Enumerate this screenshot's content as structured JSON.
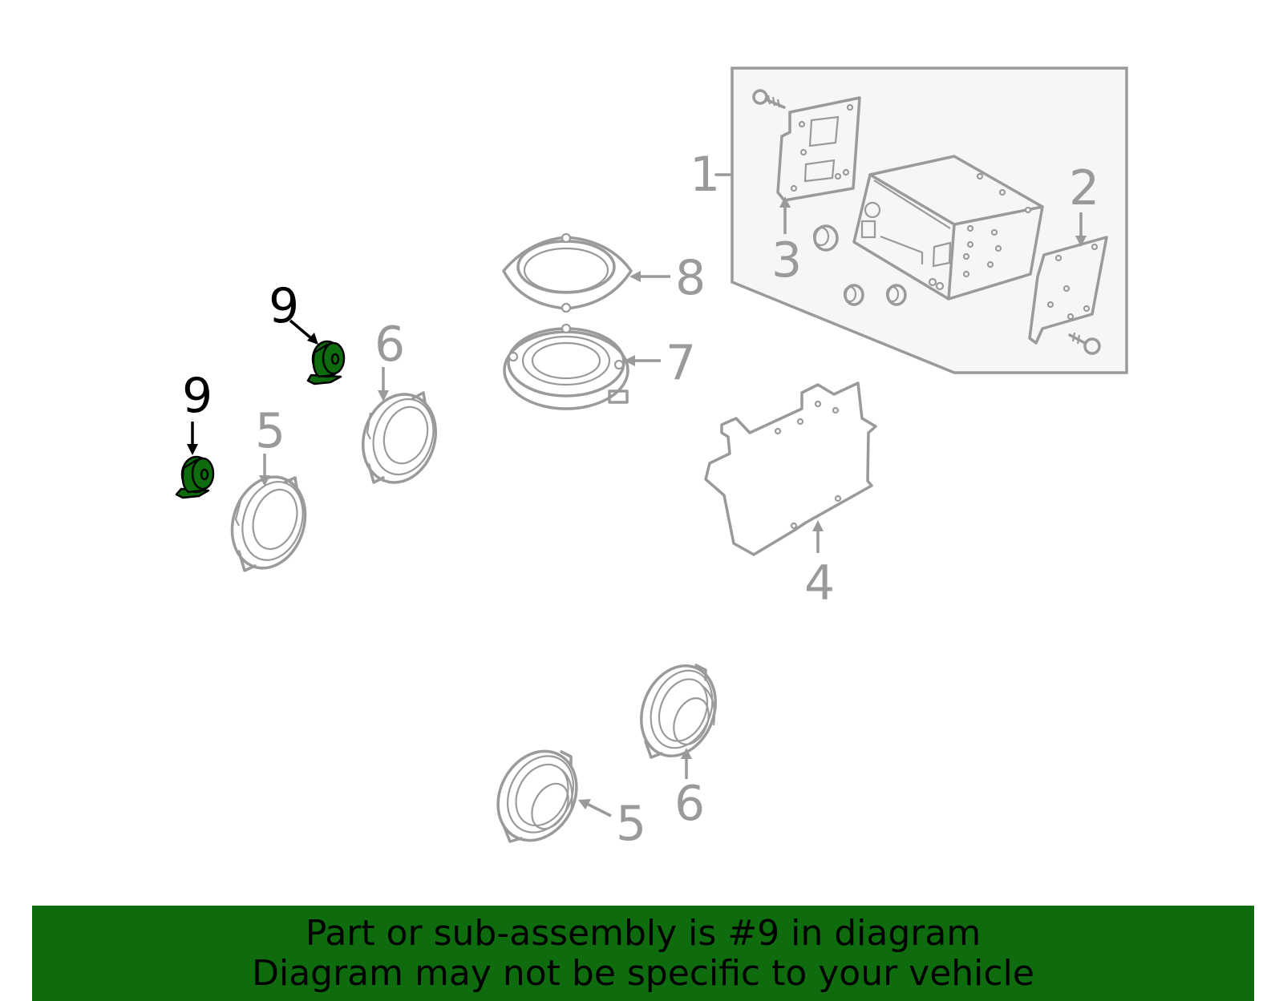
{
  "callouts": {
    "c1": "1",
    "c2": "2",
    "c3": "3",
    "c4": "4",
    "c5a": "5",
    "c5b": "5",
    "c6a": "6",
    "c6b": "6",
    "c7": "7",
    "c8": "8",
    "c9a": "9",
    "c9b": "9"
  },
  "selected_part": "9",
  "colors": {
    "highlight": "#0e6b0e",
    "line_art": "#9a9a9a",
    "selected_label": "#000000"
  },
  "footer": {
    "line1": "Part or sub-assembly is #9 in diagram",
    "line2": "Diagram may not be specific to your vehicle"
  }
}
